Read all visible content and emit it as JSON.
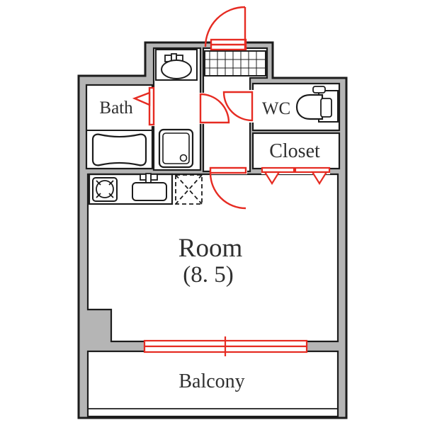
{
  "plan": {
    "rooms": {
      "bath": "Bath",
      "wc": "WC",
      "closet": "Closet",
      "room": "Room",
      "room_size": "(8. 5)",
      "balcony": "Balcony"
    },
    "fixtures": [
      "entrance-door-swing",
      "genkan-tile-floor",
      "washbasin",
      "bathtub",
      "washing-machine-pan",
      "toilet",
      "stove-burner",
      "kitchen-sink",
      "refrigerator-space",
      "bath-door",
      "hall-door-left",
      "hall-door-right",
      "closet-folding-door",
      "room-door-swing",
      "sliding-window",
      "balcony-rail"
    ],
    "colors": {
      "wall_fill": "#b5b5b5",
      "line": "#1c1c1c",
      "accent_red": "#e62b22",
      "text": "#2f2f2f",
      "background": "#ffffff"
    }
  }
}
